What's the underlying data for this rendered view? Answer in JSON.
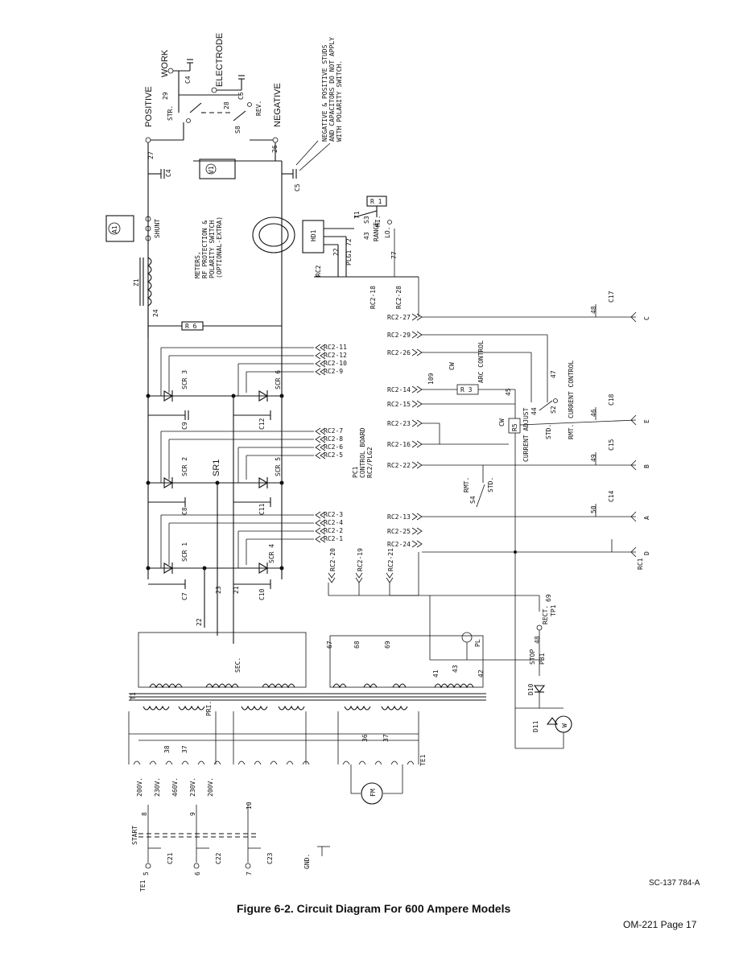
{
  "figure": {
    "caption": "Figure 6-2. Circuit Diagram For 600 Ampere Models",
    "doc_id": "SC-137 784-A",
    "page": "OM-221 Page 17"
  },
  "labels": {
    "positive": "POSITIVE",
    "negative": "NEGATIVE",
    "work": "WORK",
    "electrode": "ELECTRODE",
    "str": "STR.",
    "rev": "REV.",
    "s8": "S8",
    "note_studs": "NEGATIVE & POSITIVE STUDS",
    "note_caps": "AND CAPACITORS DO NOT APPLY",
    "note_switch": "WITH POLARITY SWITCH.",
    "meters_1": "METERS,",
    "meters_2": "RF PROTECTION &",
    "meters_3": "POLARITY SWITCH",
    "meters_4": "(OPTIONAL-EXTRA)",
    "a1": "A1",
    "v1": "V1",
    "shunt": "SHUNT",
    "z1": "Z1",
    "hd1": "HD1",
    "r6": "R 6",
    "r1": "R 1",
    "r3": "R 3",
    "r5": "R5",
    "s3": "S3",
    "hi": "HI.",
    "lo": "LO.",
    "range": "RANGE",
    "plg1": "PLG1",
    "rc2": "RC2",
    "pc1_1": "PC1",
    "pc1_2": "CONTROL BOARD",
    "pc1_3": "RC2/PLG2",
    "sr1": "SR1",
    "arc_control": "ARC CONTROL",
    "current_control": "CURRENT CONTROL",
    "current_adjust": "CURRENT ADJUST",
    "s2": "S2",
    "s4": "S4",
    "std": "STD.",
    "rmt": "RMT.",
    "cw": "CW",
    "rc1": "RC1",
    "t1": "T1",
    "fri": "PRI.",
    "sec": "SEC.",
    "te1": "TE1",
    "fm": "FM",
    "pl": "PL",
    "stop": "STOP",
    "pb1": "PB1",
    "rect": "RECT.",
    "tp1": "TP1",
    "d10": "D10",
    "d11": "D11",
    "w": "W",
    "start": "START",
    "gnd": "GND.",
    "volt_200a": "200V.",
    "volt_230a": "230V.",
    "volt_460": "460V.",
    "volt_230b": "230V.",
    "volt_200b": "200V."
  },
  "scr_labels": [
    "SCR 3",
    "SCR 6",
    "SCR 2",
    "SCR 5",
    "SCR 1",
    "SCR 4"
  ],
  "capacitors": [
    "C4",
    "C5",
    "C4",
    "C5",
    "C9",
    "C12",
    "C8",
    "C11",
    "C7",
    "C10",
    "C17",
    "C18",
    "C15",
    "C14",
    "C21",
    "C22",
    "C23"
  ],
  "rc2_left_pins": [
    "RC2-11",
    "RC2-12",
    "RC2-10",
    "RC2-9",
    "RC2-7",
    "RC2-8",
    "RC2-6",
    "RC2-5",
    "RC2-3",
    "RC2-4",
    "RC2-2",
    "RC2-1"
  ],
  "rc2_bottom_pins": [
    "RC2-20",
    "RC2-19",
    "RC2-21"
  ],
  "rc2_right_pins": [
    "RC2-27",
    "RC2-29",
    "RC2-26",
    "RC2-14",
    "RC2-15",
    "RC2-23",
    "RC2-16",
    "RC2-22",
    "RC2-13",
    "RC2-25",
    "RC2-24"
  ],
  "rc2_top_pins": [
    "RC2-18",
    "RC2-28"
  ],
  "rc1_terminals": [
    "C",
    "E",
    "B",
    "A",
    "D"
  ],
  "wire_numbers": [
    "29",
    "28",
    "27",
    "26",
    "24",
    "71",
    "72",
    "43",
    "77",
    "22",
    "109",
    "45",
    "47",
    "44",
    "46",
    "49",
    "50",
    "48",
    "22",
    "23",
    "21",
    "67",
    "68",
    "69",
    "41",
    "43",
    "42",
    "48",
    "69",
    "8",
    "9",
    "10",
    "5",
    "6",
    "7",
    "38",
    "37",
    "36",
    "37"
  ]
}
